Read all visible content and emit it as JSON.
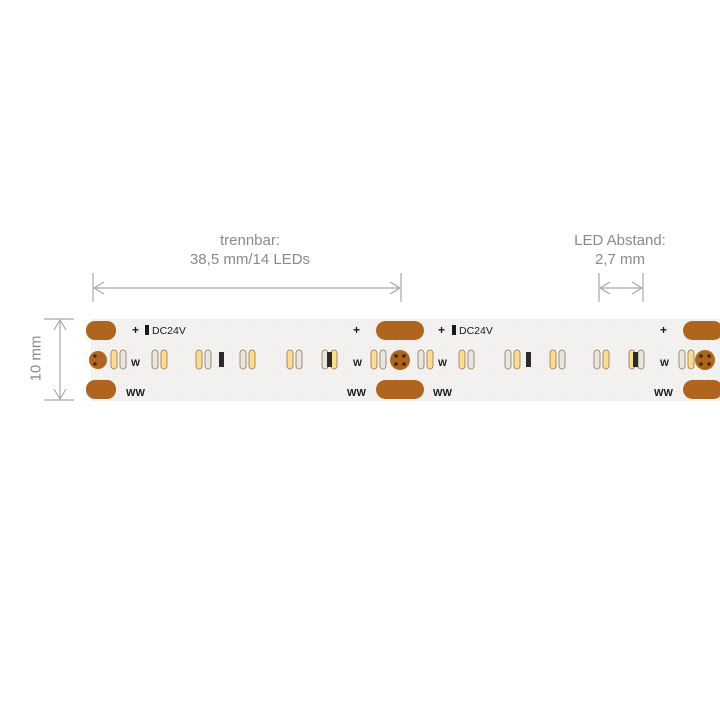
{
  "dimensions": {
    "cut": {
      "line1": "trennbar:",
      "line2": "38,5 mm/14 LEDs"
    },
    "pitch": {
      "line1": "LED Abstand:",
      "line2": "2,7 mm"
    },
    "width": "10 mm"
  },
  "strip": {
    "voltage": "DC24V",
    "plus": "+",
    "warm_white": "WW",
    "white": "W"
  },
  "colors": {
    "dimension_lines": "#a8a8a8",
    "pcb": "#f3f2f1",
    "copper_pad": "#b0651f",
    "led_warm": "#ffdc8c",
    "led_white": "#e8e6de"
  }
}
